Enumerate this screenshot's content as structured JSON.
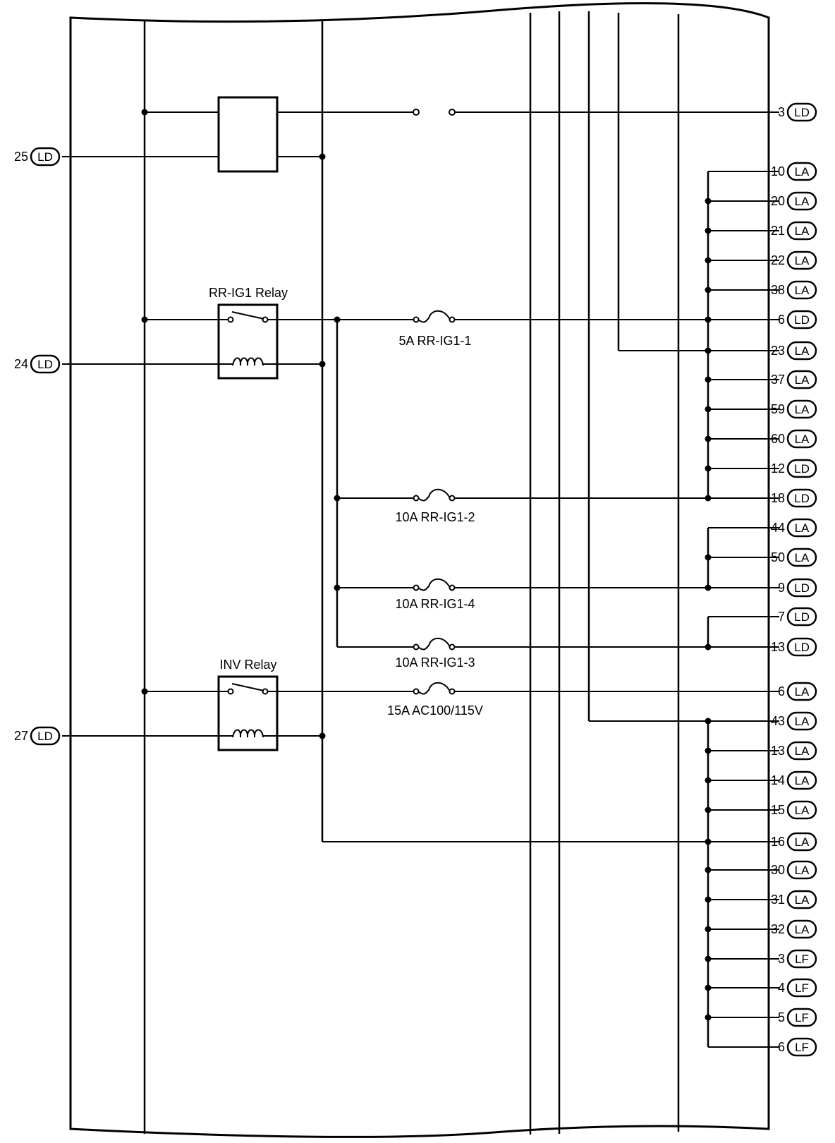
{
  "relays": {
    "relay_a": {
      "label": ""
    },
    "rr_ig1": {
      "label": "RR-IG1 Relay"
    },
    "inv": {
      "label": "INV Relay"
    }
  },
  "fuses": [
    {
      "id": "rr_ig1_1",
      "label": "5A RR-IG1-1"
    },
    {
      "id": "rr_ig1_2",
      "label": "10A RR-IG1-2"
    },
    {
      "id": "rr_ig1_4",
      "label": "10A RR-IG1-4"
    },
    {
      "id": "rr_ig1_3",
      "label": "10A RR-IG1-3"
    },
    {
      "id": "ac100",
      "label": "15A AC100/115V"
    }
  ],
  "left_connectors": [
    {
      "pin": "25",
      "conn": "LD"
    },
    {
      "pin": "24",
      "conn": "LD"
    },
    {
      "pin": "27",
      "conn": "LD"
    }
  ],
  "right_connectors": [
    {
      "pin": "3",
      "conn": "LD"
    },
    {
      "pin": "10",
      "conn": "LA"
    },
    {
      "pin": "20",
      "conn": "LA"
    },
    {
      "pin": "21",
      "conn": "LA"
    },
    {
      "pin": "22",
      "conn": "LA"
    },
    {
      "pin": "38",
      "conn": "LA"
    },
    {
      "pin": "6",
      "conn": "LD"
    },
    {
      "pin": "23",
      "conn": "LA"
    },
    {
      "pin": "37",
      "conn": "LA"
    },
    {
      "pin": "59",
      "conn": "LA"
    },
    {
      "pin": "60",
      "conn": "LA"
    },
    {
      "pin": "12",
      "conn": "LD"
    },
    {
      "pin": "18",
      "conn": "LD"
    },
    {
      "pin": "44",
      "conn": "LA"
    },
    {
      "pin": "50",
      "conn": "LA"
    },
    {
      "pin": "9",
      "conn": "LD"
    },
    {
      "pin": "7",
      "conn": "LD"
    },
    {
      "pin": "13",
      "conn": "LD"
    },
    {
      "pin": "6",
      "conn": "LA"
    },
    {
      "pin": "43",
      "conn": "LA"
    },
    {
      "pin": "13",
      "conn": "LA"
    },
    {
      "pin": "14",
      "conn": "LA"
    },
    {
      "pin": "15",
      "conn": "LA"
    },
    {
      "pin": "16",
      "conn": "LA"
    },
    {
      "pin": "30",
      "conn": "LA"
    },
    {
      "pin": "31",
      "conn": "LA"
    },
    {
      "pin": "32",
      "conn": "LA"
    },
    {
      "pin": "3",
      "conn": "LF"
    },
    {
      "pin": "4",
      "conn": "LF"
    },
    {
      "pin": "5",
      "conn": "LF"
    },
    {
      "pin": "6",
      "conn": "LF"
    }
  ]
}
